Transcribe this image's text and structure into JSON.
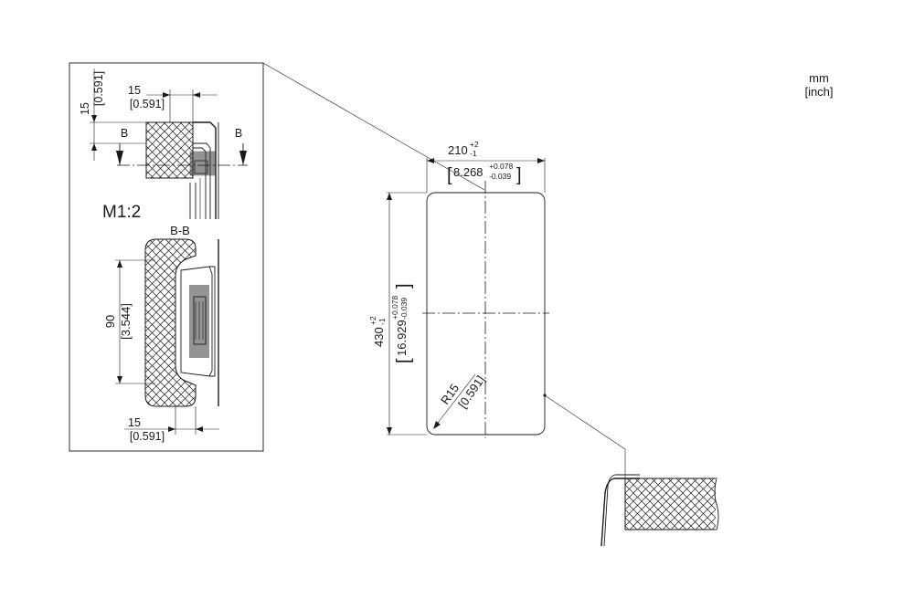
{
  "units": {
    "primary": "mm",
    "secondary": "[inch]"
  },
  "detail": {
    "scale": "M1:2",
    "section_label": "B-B",
    "cut_mark_left": "B",
    "cut_mark_right": "B",
    "top_height": {
      "mm": "15",
      "inch": "[0.591]"
    },
    "top_width": {
      "mm": "15",
      "inch": "[0.591]"
    },
    "section_height": {
      "mm": "90",
      "inch": "[3.544]"
    },
    "bottom_width": {
      "mm": "15",
      "inch": "[0.591]"
    }
  },
  "cutout": {
    "width": {
      "mm": "210",
      "tol_up": "+2",
      "tol_down": "-1",
      "inch": "8.268",
      "inch_tol_up": "+0.078",
      "inch_tol_down": "-0.039"
    },
    "height": {
      "mm": "430",
      "tol_up": "+2",
      "tol_down": "-1",
      "inch": "16.929",
      "inch_tol_up": "+0.078",
      "inch_tol_down": "-0.039"
    },
    "radius": {
      "mm": "R15",
      "inch": "[0.591]"
    }
  }
}
